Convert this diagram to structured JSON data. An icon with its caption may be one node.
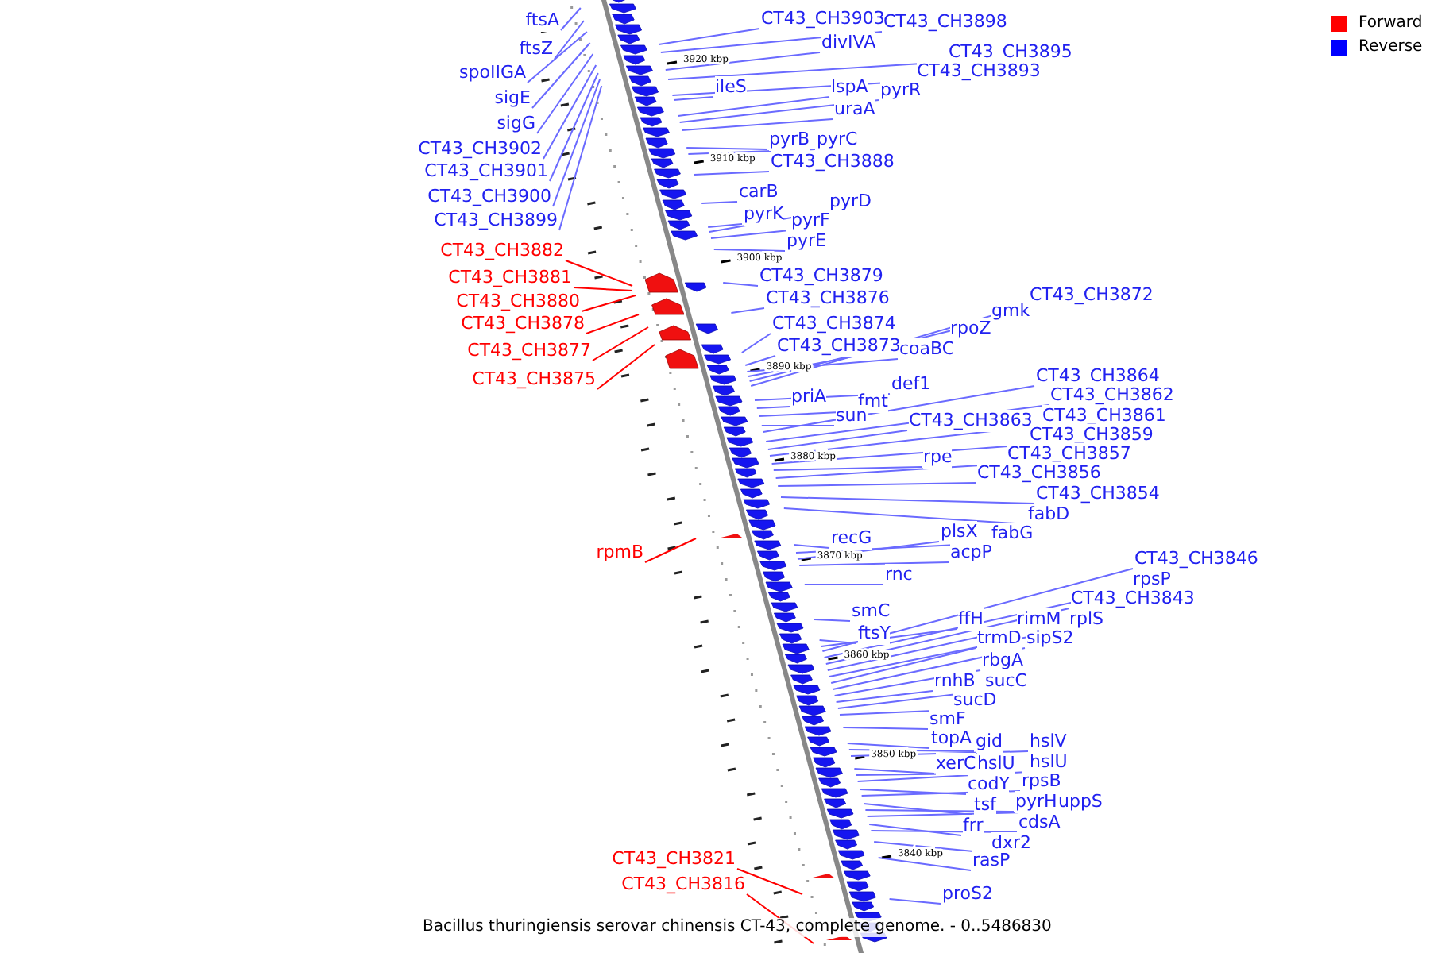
{
  "diagram": {
    "caption": "Bacillus thuringiensis serovar chinensis CT-43, complete genome. - 0..5486830",
    "nodes": [
      {
        "text": [
          "ftsA"
        ]
      },
      {
        "text": [
          "ftsZ"
        ]
      },
      {
        "text": [
          "spoIIGA"
        ]
      },
      {
        "text": [
          "sigE"
        ]
      },
      {
        "text": [
          "sigG"
        ]
      },
      {
        "text": [
          "CT43_CH3902"
        ]
      },
      {
        "text": [
          "CT43_CH3901"
        ]
      },
      {
        "text": [
          "CT43_CH3900"
        ]
      },
      {
        "text": [
          "CT43_CH3899"
        ]
      },
      {
        "text": [
          "CT43_CH3882"
        ]
      },
      {
        "text": [
          "CT43_CH3881"
        ]
      },
      {
        "text": [
          "CT43_CH3880"
        ]
      },
      {
        "text": [
          "CT43_CH3878"
        ]
      },
      {
        "text": [
          "CT43_CH3877"
        ]
      },
      {
        "text": [
          "CT43_CH3875"
        ]
      },
      {
        "text": [
          "rpmB"
        ]
      },
      {
        "text": [
          "CT43_CH3821"
        ]
      },
      {
        "text": [
          "CT43_CH3816"
        ]
      },
      {
        "text": [
          "CT43_CH3903"
        ]
      },
      {
        "text": [
          "CT43_CH3898"
        ]
      },
      {
        "text": [
          "divIVA"
        ]
      },
      {
        "text": [
          "CT43_CH3895"
        ]
      },
      {
        "text": [
          "CT43_CH3893"
        ]
      },
      {
        "text": [
          "ileS"
        ]
      },
      {
        "text": [
          "lspA"
        ]
      },
      {
        "text": [
          "pyrR"
        ]
      },
      {
        "text": [
          "uraA"
        ]
      },
      {
        "text": [
          "pyrB"
        ]
      },
      {
        "text": [
          "pyrC"
        ]
      },
      {
        "text": [
          "CT43_CH3888"
        ]
      },
      {
        "text": [
          "carB"
        ]
      },
      {
        "text": [
          "pyrD"
        ]
      },
      {
        "text": [
          "pyrK"
        ]
      },
      {
        "text": [
          "pyrF"
        ]
      },
      {
        "text": [
          "pyrE"
        ]
      },
      {
        "text": [
          "CT43_CH3879"
        ]
      },
      {
        "text": [
          "CT43_CH3876"
        ]
      },
      {
        "text": [
          "CT43_CH3872"
        ]
      },
      {
        "text": [
          "gmk"
        ]
      },
      {
        "text": [
          "CT43_CH3874"
        ]
      },
      {
        "text": [
          "rpoZ"
        ]
      },
      {
        "text": [
          "CT43_CH3873"
        ]
      },
      {
        "text": [
          "coaBC"
        ]
      },
      {
        "text": [
          "CT43_CH3864"
        ]
      },
      {
        "text": [
          "def1"
        ]
      },
      {
        "text": [
          "CT43_CH3862"
        ]
      },
      {
        "text": [
          "priA"
        ]
      },
      {
        "text": [
          "fmt"
        ]
      },
      {
        "text": [
          "sun"
        ]
      },
      {
        "text": [
          "CT43_CH3863"
        ]
      },
      {
        "text": [
          "CT43_CH3861"
        ]
      },
      {
        "text": [
          "CT43_CH3859"
        ]
      },
      {
        "text": [
          "rpe"
        ]
      },
      {
        "text": [
          "CT43_CH3857"
        ]
      },
      {
        "text": [
          "CT43_CH3856"
        ]
      },
      {
        "text": [
          "CT43_CH3854"
        ]
      },
      {
        "text": [
          "fabD"
        ]
      },
      {
        "text": [
          "plsX"
        ]
      },
      {
        "text": [
          "fabG"
        ]
      },
      {
        "text": [
          "recG"
        ]
      },
      {
        "text": [
          "acpP"
        ]
      },
      {
        "text": [
          "CT43_CH3846"
        ]
      },
      {
        "text": [
          "rnc"
        ]
      },
      {
        "text": [
          "rpsP"
        ]
      },
      {
        "text": [
          "CT43_CH3843"
        ]
      },
      {
        "text": [
          "smC"
        ]
      },
      {
        "text": [
          "ffH"
        ]
      },
      {
        "text": [
          "rimM"
        ]
      },
      {
        "text": [
          "rplS"
        ]
      },
      {
        "text": [
          "ftsY"
        ]
      },
      {
        "text": [
          "trmD"
        ]
      },
      {
        "text": [
          "sipS2"
        ]
      },
      {
        "text": [
          "rbgA"
        ]
      },
      {
        "text": [
          "rnhB"
        ]
      },
      {
        "text": [
          "sucC"
        ]
      },
      {
        "text": [
          "sucD"
        ]
      },
      {
        "text": [
          "smF"
        ]
      },
      {
        "text": [
          "topA"
        ]
      },
      {
        "text": [
          "gid"
        ]
      },
      {
        "text": [
          "hslV"
        ]
      },
      {
        "text": [
          "xerC"
        ]
      },
      {
        "text": [
          "hslU"
        ]
      },
      {
        "text": [
          "hslU"
        ]
      },
      {
        "text": [
          "rpsB"
        ]
      },
      {
        "text": [
          "codY"
        ]
      },
      {
        "text": [
          "pyrH"
        ]
      },
      {
        "text": [
          "uppS"
        ]
      },
      {
        "text": [
          "tsf"
        ]
      },
      {
        "text": [
          "cdsA"
        ]
      },
      {
        "text": [
          "frr"
        ]
      },
      {
        "text": [
          "dxr2"
        ]
      },
      {
        "text": [
          "rasP"
        ]
      },
      {
        "text": [
          "proS2"
        ]
      }
    ],
    "edges": [
      {
        "from": 0,
        "to": null,
        "arrow": "none"
      },
      {
        "from": 1,
        "to": null,
        "arrow": "none"
      },
      {
        "from": 2,
        "to": null,
        "arrow": "none"
      },
      {
        "from": 3,
        "to": null,
        "arrow": "none"
      },
      {
        "from": 4,
        "to": null,
        "arrow": "none"
      },
      {
        "from": 5,
        "to": null,
        "arrow": "none"
      },
      {
        "from": 6,
        "to": null,
        "arrow": "none"
      },
      {
        "from": 7,
        "to": null,
        "arrow": "none"
      },
      {
        "from": 8,
        "to": null,
        "arrow": "none"
      },
      {
        "from": 9,
        "to": null,
        "arrow": "none",
        "color": "#ff0000"
      },
      {
        "from": 10,
        "to": null,
        "arrow": "none",
        "color": "#ff0000"
      },
      {
        "from": 11,
        "to": null,
        "arrow": "none",
        "color": "#ff0000"
      },
      {
        "from": 12,
        "to": null,
        "arrow": "none",
        "color": "#ff0000"
      },
      {
        "from": 13,
        "to": null,
        "arrow": "none",
        "color": "#ff0000"
      },
      {
        "from": 14,
        "to": null,
        "arrow": "none",
        "color": "#ff0000"
      },
      {
        "from": 15,
        "to": null,
        "arrow": "none",
        "color": "#ff0000"
      },
      {
        "from": 16,
        "to": null,
        "arrow": "none",
        "color": "#ff0000"
      },
      {
        "from": 17,
        "to": null,
        "arrow": "none",
        "color": "#ff0000"
      },
      {
        "from": 18,
        "to": null,
        "arrow": "none"
      },
      {
        "from": 19,
        "to": null,
        "arrow": "none"
      },
      {
        "from": 20,
        "to": null,
        "arrow": "none"
      },
      {
        "from": 21,
        "to": null,
        "arrow": "none"
      },
      {
        "from": 22,
        "to": null,
        "arrow": "none"
      },
      {
        "from": 23,
        "to": null,
        "arrow": "none"
      },
      {
        "from": 24,
        "to": null,
        "arrow": "none"
      },
      {
        "from": 25,
        "to": null,
        "arrow": "none"
      },
      {
        "from": 26,
        "to": null,
        "arrow": "none"
      },
      {
        "from": 27,
        "to": null,
        "arrow": "none"
      },
      {
        "from": 28,
        "to": null,
        "arrow": "none"
      },
      {
        "from": 29,
        "to": null,
        "arrow": "none"
      },
      {
        "from": 30,
        "to": null,
        "arrow": "none"
      },
      {
        "from": 31,
        "to": null,
        "arrow": "none"
      },
      {
        "from": 32,
        "to": null,
        "arrow": "none"
      },
      {
        "from": 33,
        "to": null,
        "arrow": "none"
      },
      {
        "from": 34,
        "to": null,
        "arrow": "none"
      },
      {
        "from": 35,
        "to": null,
        "arrow": "none"
      },
      {
        "from": 36,
        "to": null,
        "arrow": "none"
      },
      {
        "from": 37,
        "to": null,
        "arrow": "none"
      },
      {
        "from": 38,
        "to": null,
        "arrow": "none"
      },
      {
        "from": 39,
        "to": null,
        "arrow": "none"
      },
      {
        "from": 40,
        "to": null,
        "arrow": "none"
      },
      {
        "from": 41,
        "to": null,
        "arrow": "none"
      },
      {
        "from": 42,
        "to": null,
        "arrow": "none"
      },
      {
        "from": 43,
        "to": null,
        "arrow": "none"
      },
      {
        "from": 44,
        "to": null,
        "arrow": "none"
      },
      {
        "from": 45,
        "to": null,
        "arrow": "none"
      },
      {
        "from": 46,
        "to": null,
        "arrow": "none"
      },
      {
        "from": 47,
        "to": null,
        "arrow": "none"
      },
      {
        "from": 48,
        "to": null,
        "arrow": "none"
      },
      {
        "from": 49,
        "to": null,
        "arrow": "none"
      },
      {
        "from": 50,
        "to": null,
        "arrow": "none"
      },
      {
        "from": 51,
        "to": null,
        "arrow": "none"
      },
      {
        "from": 52,
        "to": null,
        "arrow": "none"
      },
      {
        "from": 53,
        "to": null,
        "arrow": "none"
      },
      {
        "from": 54,
        "to": null,
        "arrow": "none"
      },
      {
        "from": 55,
        "to": null,
        "arrow": "none"
      },
      {
        "from": 56,
        "to": null,
        "arrow": "none"
      },
      {
        "from": 57,
        "to": null,
        "arrow": "none"
      },
      {
        "from": 58,
        "to": null,
        "arrow": "none"
      },
      {
        "from": 59,
        "to": null,
        "arrow": "none"
      },
      {
        "from": 60,
        "to": null,
        "arrow": "none"
      },
      {
        "from": 61,
        "to": null,
        "arrow": "none"
      },
      {
        "from": 62,
        "to": null,
        "arrow": "none"
      },
      {
        "from": 63,
        "to": null,
        "arrow": "none"
      },
      {
        "from": 64,
        "to": null,
        "arrow": "none"
      },
      {
        "from": 65,
        "to": null,
        "arrow": "none"
      },
      {
        "from": 66,
        "to": null,
        "arrow": "none"
      },
      {
        "from": 67,
        "to": null,
        "arrow": "none"
      },
      {
        "from": 68,
        "to": null,
        "arrow": "none"
      },
      {
        "from": 69,
        "to": null,
        "arrow": "none"
      },
      {
        "from": 70,
        "to": null,
        "arrow": "none"
      },
      {
        "from": 71,
        "to": null,
        "arrow": "none"
      },
      {
        "from": 72,
        "to": null,
        "arrow": "none"
      },
      {
        "from": 73,
        "to": null,
        "arrow": "none"
      },
      {
        "from": 74,
        "to": null,
        "arrow": "none"
      },
      {
        "from": 75,
        "to": null,
        "arrow": "none"
      },
      {
        "from": 76,
        "to": null,
        "arrow": "none"
      },
      {
        "from": 77,
        "to": null,
        "arrow": "none"
      },
      {
        "from": 78,
        "to": null,
        "arrow": "none"
      },
      {
        "from": 79,
        "to": null,
        "arrow": "none"
      },
      {
        "from": 80,
        "to": null,
        "arrow": "none"
      },
      {
        "from": 81,
        "to": null,
        "arrow": "none"
      },
      {
        "from": 82,
        "to": null,
        "arrow": "none"
      },
      {
        "from": 83,
        "to": null,
        "arrow": "none"
      },
      {
        "from": 84,
        "to": null,
        "arrow": "none"
      },
      {
        "from": 85,
        "to": null,
        "arrow": "none"
      },
      {
        "from": 86,
        "to": null,
        "arrow": "none"
      },
      {
        "from": 87,
        "to": null,
        "arrow": "none"
      },
      {
        "from": 88,
        "to": null,
        "arrow": "none"
      },
      {
        "from": 89,
        "to": null,
        "arrow": "none"
      },
      {
        "from": 90,
        "to": null,
        "arrow": "none"
      },
      {
        "from": 91,
        "to": null,
        "arrow": "none"
      },
      {
        "from": 92,
        "to": null,
        "arrow": "none"
      }
    ],
    "labels": [
      "3920 kbp",
      "3910 kbp",
      "3900 kbp",
      "3890 kbp",
      "3880 kbp",
      "3870 kbp",
      "3860 kbp",
      "3850 kbp",
      "3840 kbp"
    ],
    "legend": [
      {
        "text": "Forward",
        "color": "#ff0000"
      },
      {
        "text": "Reverse",
        "color": "#0000ff"
      }
    ]
  }
}
